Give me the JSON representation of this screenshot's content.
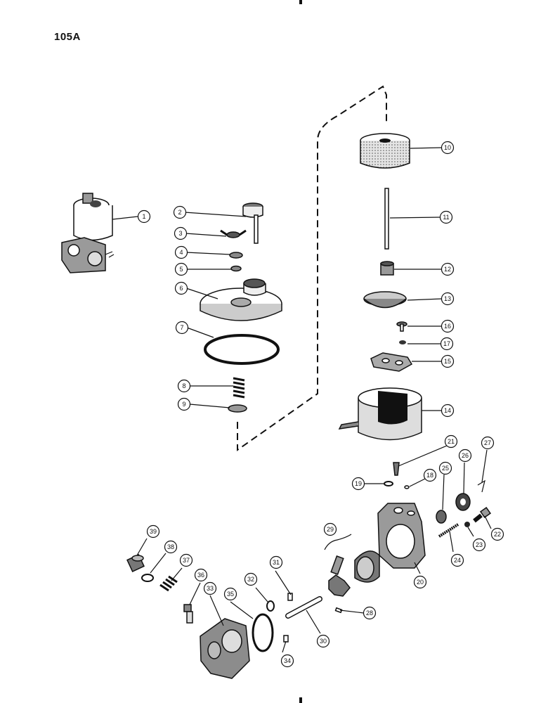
{
  "page": {
    "label": "105A"
  },
  "callouts": [
    {
      "num": "1"
    },
    {
      "num": "2"
    },
    {
      "num": "3"
    },
    {
      "num": "4"
    },
    {
      "num": "5"
    },
    {
      "num": "6"
    },
    {
      "num": "7"
    },
    {
      "num": "8"
    },
    {
      "num": "9"
    },
    {
      "num": "10"
    },
    {
      "num": "11"
    },
    {
      "num": "12"
    },
    {
      "num": "13"
    },
    {
      "num": "14"
    },
    {
      "num": "15"
    },
    {
      "num": "16"
    },
    {
      "num": "17"
    },
    {
      "num": "18"
    },
    {
      "num": "19"
    },
    {
      "num": "20"
    },
    {
      "num": "21"
    },
    {
      "num": "22"
    },
    {
      "num": "23"
    },
    {
      "num": "24"
    },
    {
      "num": "25"
    },
    {
      "num": "26"
    },
    {
      "num": "27"
    },
    {
      "num": "28"
    },
    {
      "num": "29"
    },
    {
      "num": "30"
    },
    {
      "num": "31"
    },
    {
      "num": "32"
    },
    {
      "num": "33"
    },
    {
      "num": "34"
    },
    {
      "num": "35"
    },
    {
      "num": "36"
    },
    {
      "num": "37"
    },
    {
      "num": "38"
    },
    {
      "num": "39"
    }
  ],
  "colors": {
    "ink": "#111111",
    "paper": "#ffffff",
    "shade": "#b9b9b9"
  }
}
